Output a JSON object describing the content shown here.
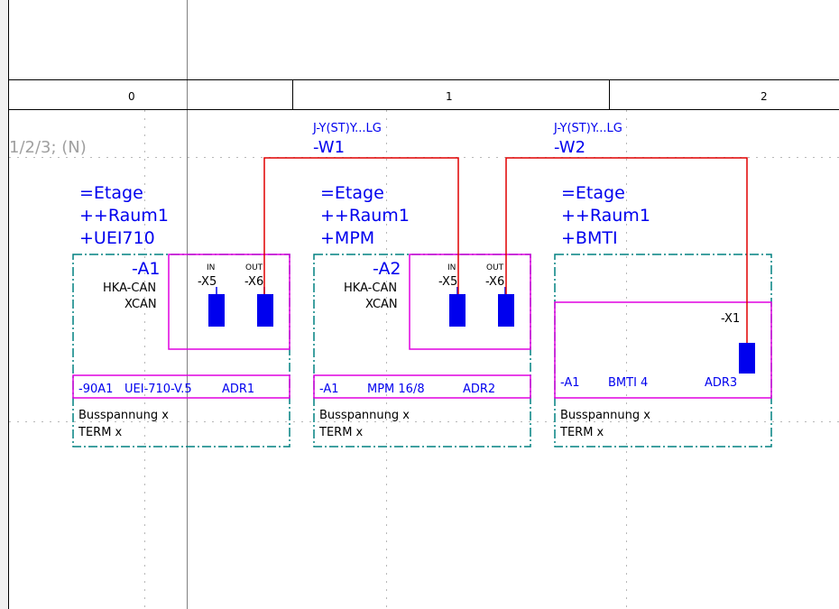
{
  "colors": {
    "frame": "#008080",
    "magenta": "#e000e0",
    "wire": "#e00000",
    "terminal": "#0000ee",
    "text_blue": "#0000ee",
    "grid_dots": "#b8b8b8"
  },
  "columns": [
    "0",
    "1",
    "2"
  ],
  "potential_label": "1/2/3; (N)",
  "cables": [
    {
      "type": "J-Y(ST)Y...LG",
      "name": "-W1"
    },
    {
      "type": "J-Y(ST)Y...LG",
      "name": "-W2"
    }
  ],
  "devices": [
    {
      "function": "=Etage",
      "location": "++Raum1",
      "mounting": "+UEI710",
      "tag": "-A1",
      "desc1": "HKA-CAN",
      "desc2": "XCAN",
      "ports": [
        {
          "dir": "IN",
          "pin": "-X5"
        },
        {
          "dir": "OUT",
          "pin": "-X6"
        }
      ],
      "ref": "-90A1",
      "type": "UEI-710-V.5",
      "addr": "ADR1",
      "bus": "Busspannung x",
      "term": "TERM x"
    },
    {
      "function": "=Etage",
      "location": "++Raum1",
      "mounting": "+MPM",
      "tag": "-A2",
      "desc1": "HKA-CAN",
      "desc2": "XCAN",
      "ports": [
        {
          "dir": "IN",
          "pin": "-X5"
        },
        {
          "dir": "OUT",
          "pin": "-X6"
        }
      ],
      "ref": "-A1",
      "type": "MPM 16/8",
      "addr": "ADR2",
      "bus": "Busspannung x",
      "term": "TERM x"
    },
    {
      "function": "=Etage",
      "location": "++Raum1",
      "mounting": "+BMTI",
      "pin": "-X1",
      "ref": "-A1",
      "type": "BMTI 4",
      "addr": "ADR3",
      "bus": "Busspannung x",
      "term": "TERM x"
    }
  ]
}
